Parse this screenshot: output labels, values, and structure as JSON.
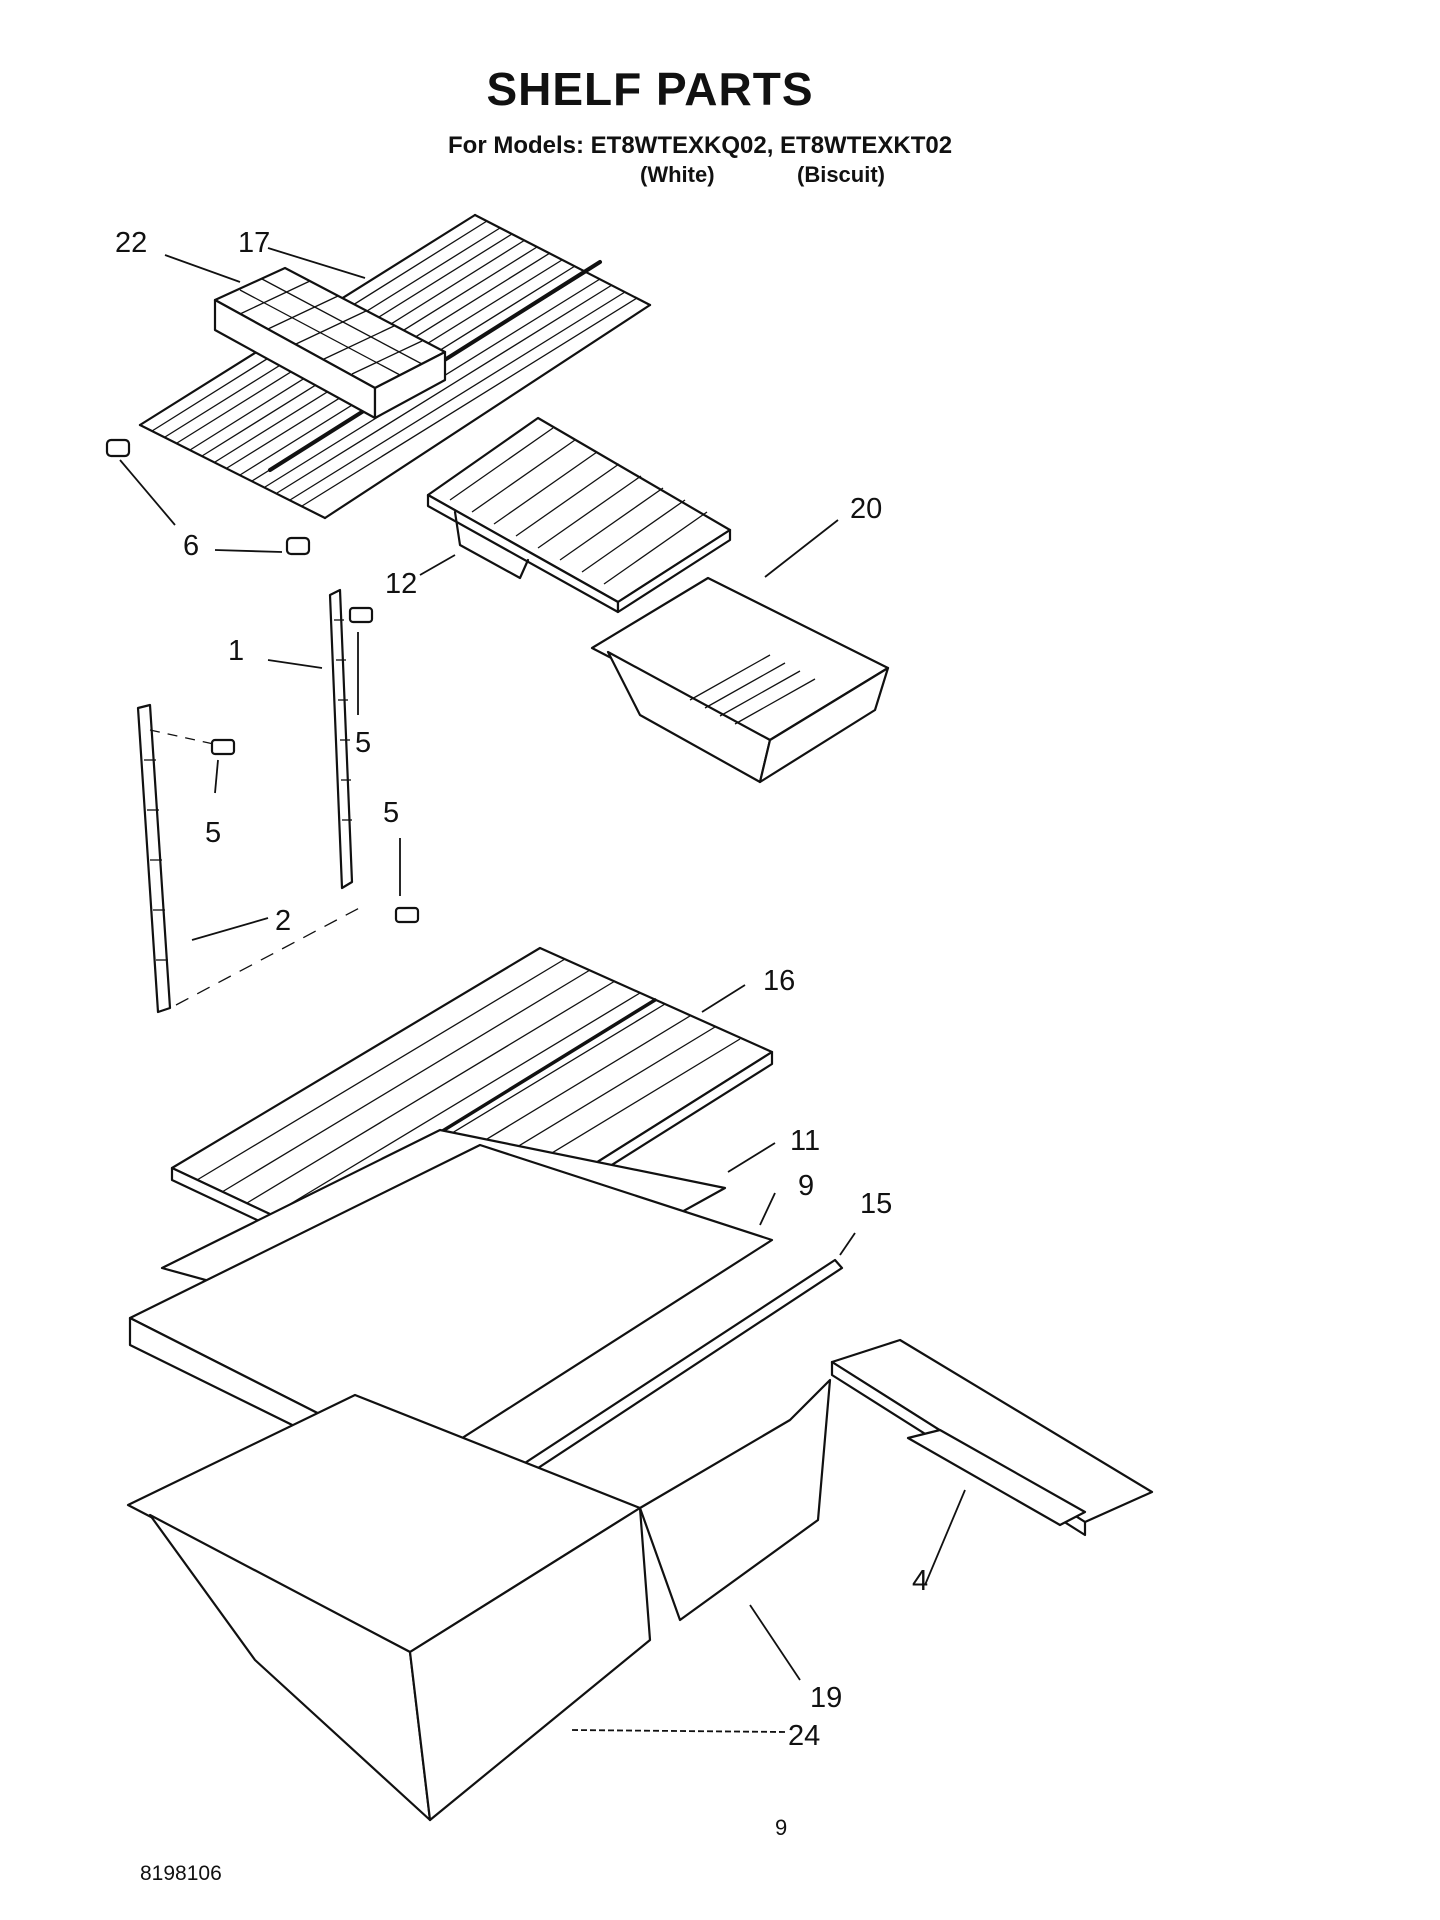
{
  "header": {
    "title": "SHELF PARTS",
    "subtitle": "For Models: ET8WTEXKQ02, ET8WTEXKT02",
    "variants": [
      "(White)",
      "(Biscuit)"
    ]
  },
  "callouts": [
    "22",
    "17",
    "6",
    "6",
    "12",
    "20",
    "1",
    "5",
    "5",
    "5",
    "2",
    "16",
    "11",
    "9",
    "15",
    "4",
    "19",
    "24"
  ],
  "footer": {
    "page_number": "9",
    "document_number": "8198106"
  }
}
